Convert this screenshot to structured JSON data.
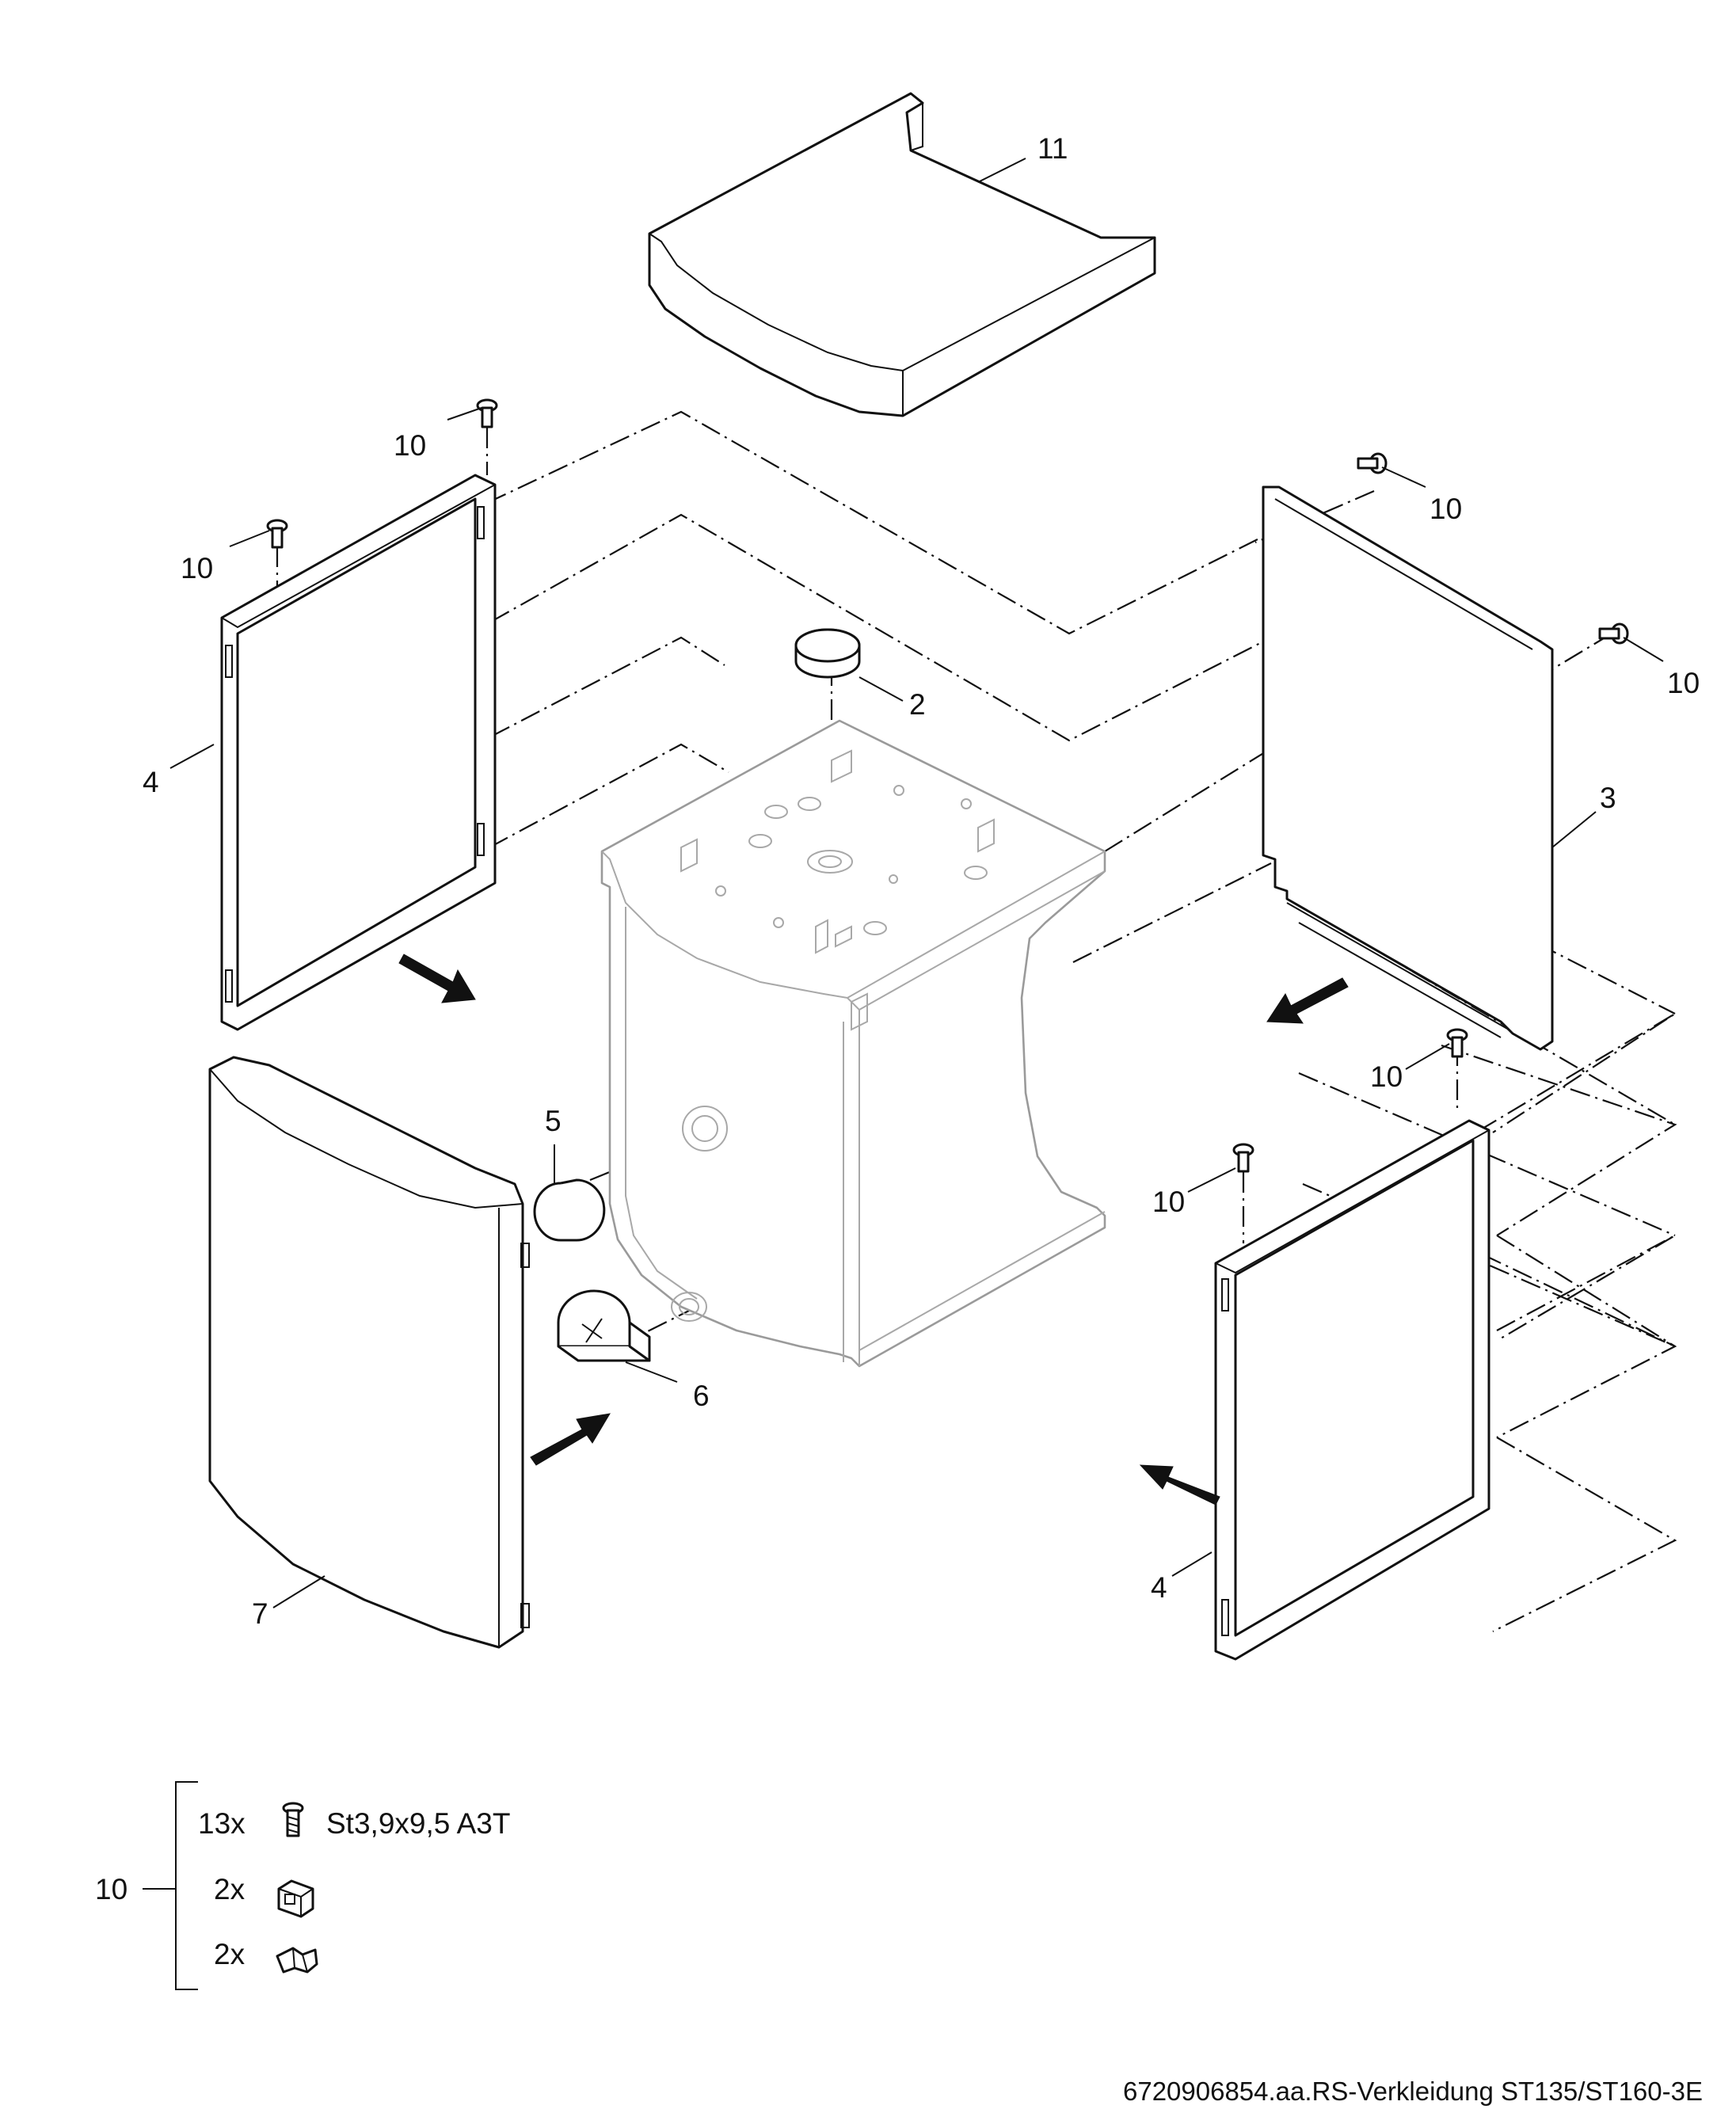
{
  "callouts": {
    "top_cover": "11",
    "cap_top": "2",
    "back_panel": "3",
    "side_panel_left": "4",
    "side_panel_right": "4",
    "plug_5": "5",
    "plug_6": "6",
    "front_panel": "7",
    "screw_a": "10",
    "screw_b": "10",
    "screw_c": "10",
    "screw_d": "10",
    "screw_e": "10",
    "screw_f": "10"
  },
  "legend": {
    "item_number": "10",
    "rows": [
      {
        "qty": "13x",
        "icon": "screw-icon",
        "desc": "St3,9x9,5 A3T"
      },
      {
        "qty": "2x",
        "icon": "clip-nut-icon",
        "desc": ""
      },
      {
        "qty": "2x",
        "icon": "hook-clip-icon",
        "desc": ""
      }
    ]
  },
  "footer": {
    "drawing_id": "6720906854.aa.RS-Verkleidung ST135/ST160-3E"
  }
}
